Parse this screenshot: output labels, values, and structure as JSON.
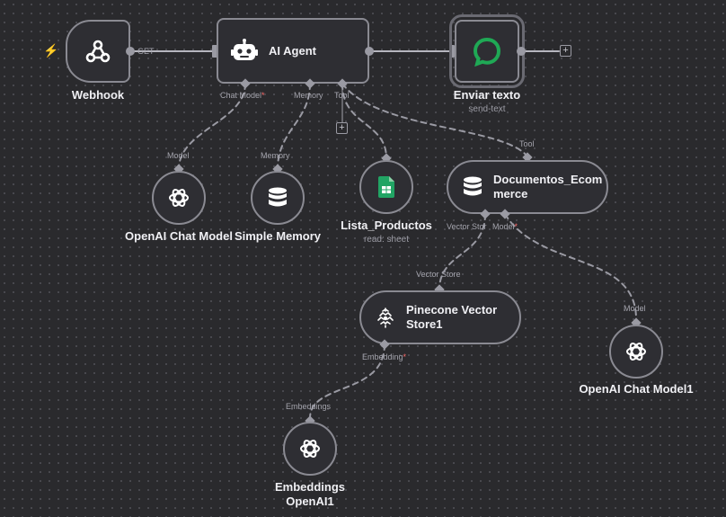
{
  "nodes": {
    "webhook": {
      "title": "Webhook",
      "icon": "webhook-icon"
    },
    "ai_agent": {
      "title": "AI Agent",
      "icon": "robot-icon"
    },
    "enviar_texto": {
      "title": "Enviar texto",
      "subtitle": "send-text",
      "icon": "chat-bubble-icon",
      "accent": "#1fa855"
    },
    "openai_chat": {
      "title": "OpenAI Chat Model",
      "icon": "openai-icon"
    },
    "simple_memory": {
      "title": "Simple Memory",
      "icon": "database-icon"
    },
    "lista_productos": {
      "title": "Lista_Productos",
      "subtitle": "read: sheet",
      "icon": "google-sheets-icon",
      "accent": "#21a464"
    },
    "documentos": {
      "title_line1": "Documentos_Ecom",
      "title_line2": "merce",
      "icon": "database-icon"
    },
    "pinecone": {
      "title_line1": "Pinecone Vector",
      "title_line2": "Store1",
      "icon": "pinecone-icon"
    },
    "openai_chat1": {
      "title": "OpenAI Chat Model1",
      "icon": "openai-icon"
    },
    "embeddings": {
      "title_line1": "Embeddings",
      "title_line2": "OpenAI1",
      "icon": "openai-icon"
    }
  },
  "ports": {
    "get": "GET",
    "chat_model": "Chat Model",
    "memory": "Memory",
    "tool": "Tool",
    "model": "Model",
    "vector_store": "Vector Store",
    "vector_store_short": "Vector Stor",
    "embedding": "Embedding",
    "embeddings": "Embeddings",
    "required_mark": "*"
  },
  "controls": {
    "plus": "+",
    "trigger_bolt": "⚡"
  },
  "colors": {
    "canvas": "#2a2a2d",
    "node_bg": "#2e2e33",
    "node_border": "#8a8a92",
    "required": "#ff6d6d",
    "trigger": "#ff6d5a"
  }
}
